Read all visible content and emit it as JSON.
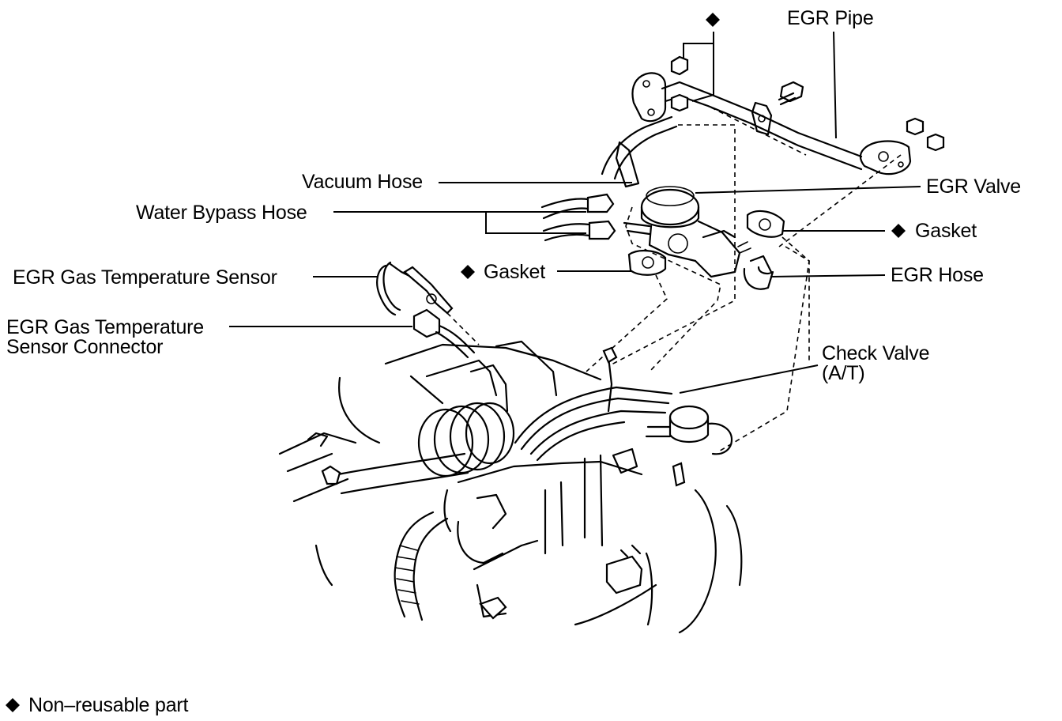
{
  "labels": {
    "egr_pipe": "EGR Pipe",
    "vacuum_hose": "Vacuum Hose",
    "water_bypass_hose": "Water Bypass Hose",
    "egr_gas_temp_sensor": "EGR Gas Temperature Sensor",
    "egr_gas_temp_sensor_connector_line1": "EGR Gas Temperature",
    "egr_gas_temp_sensor_connector_line2": "Sensor Connector",
    "gasket_left": "Gasket",
    "egr_valve": "EGR Valve",
    "gasket_right": "Gasket",
    "egr_hose": "EGR Hose",
    "check_valve_line1": "Check Valve",
    "check_valve_line2": "(A/T)"
  },
  "legend": {
    "symbol": "◆",
    "text": "Non–reusable part"
  }
}
